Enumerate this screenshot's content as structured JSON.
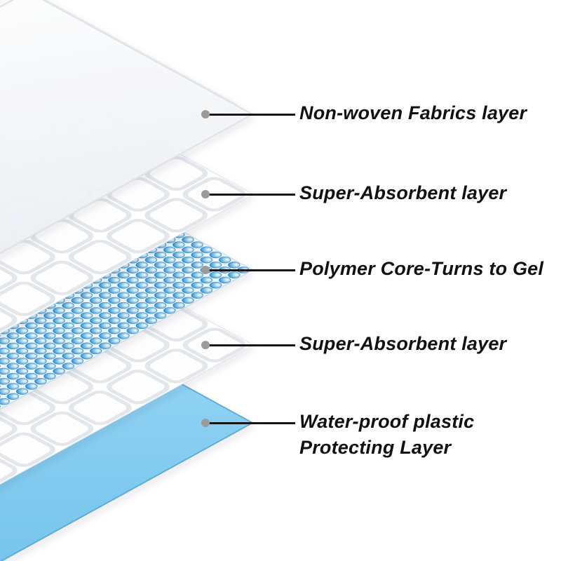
{
  "diagram": {
    "type": "product-layers-exploded-view",
    "layers": [
      {
        "id": "non-woven",
        "label": "Non-woven Fabrics layer"
      },
      {
        "id": "super-absorbent-upper",
        "label": "Super-Absorbent layer"
      },
      {
        "id": "polymer-core",
        "label": "Polymer Core-Turns to Gel"
      },
      {
        "id": "super-absorbent-lower",
        "label": "Super-Absorbent layer"
      },
      {
        "id": "waterproof-backing",
        "label": "Water-proof plastic Protecting Layer"
      }
    ],
    "colors": {
      "background": "#ffffff",
      "label_text": "#111111",
      "leader_line": "#161616",
      "leader_dot": "#9b9b9b",
      "waterproof_blue": "#7fcaf0",
      "bead_blue": "#4c9fd8",
      "sheet_white": "#ffffff",
      "quilt_groove_gray": "#e3e7ec"
    }
  }
}
